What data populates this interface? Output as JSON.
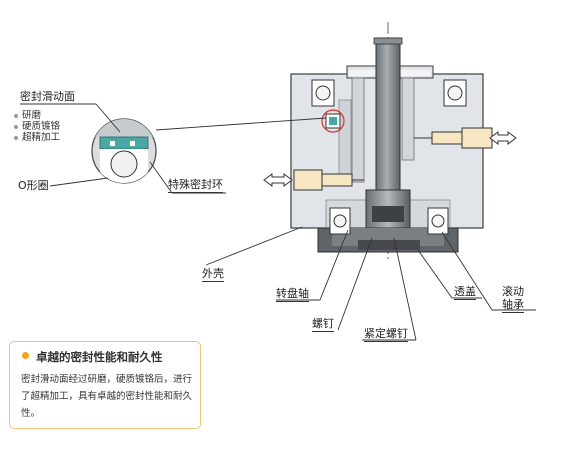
{
  "labels": {
    "seal_surface": "密封滑动面",
    "features": [
      "研磨",
      "硬质镀铬",
      "超精加工"
    ],
    "o_ring": "O形圈",
    "special_seal": "特殊密封环",
    "housing": "外壳",
    "turntable_shaft": "转盘轴",
    "bolt": "螺钉",
    "set_screw": "紧定螺钉",
    "cover": "透盖",
    "bearing_line1": "滚动",
    "bearing_line2": "轴承"
  },
  "info": {
    "title": "卓越的密封性能和耐久性",
    "body": "密封滑动面经过研磨，硬质镀铬后，进行了超精加工，具有卓越的密封性能和耐久性。"
  },
  "colors": {
    "body_fill": "#e1e4e8",
    "dark_fill": "#5f6469",
    "fitting_fill": "#f6e7c2",
    "seal_fill": "#4aa7a3",
    "highlight_circle": "#d9302c",
    "accent": "#f2a51a"
  }
}
